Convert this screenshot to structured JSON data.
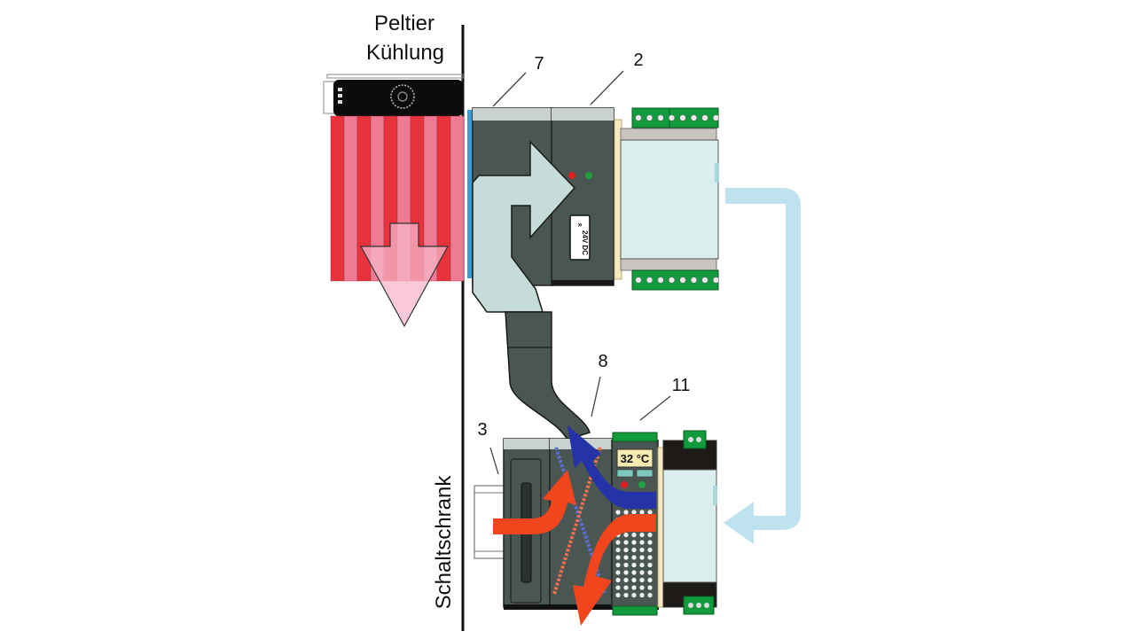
{
  "labels": {
    "peltier_line1": "Peltier",
    "peltier_line2": "Kühlung",
    "cabinet": "Schaltschrank",
    "callout_7": "7",
    "callout_2": "2",
    "callout_8": "8",
    "callout_11": "11",
    "callout_3": "3"
  },
  "display": {
    "temperature": "32 °C",
    "module_badge": "24V DC"
  },
  "colors": {
    "module_dark": "#4a5651",
    "duct_light": "#c5dcd9",
    "relay_face": "#daeeee",
    "terminal_green": "#119b3c",
    "heat_red": "#e8333c",
    "heat_pink": "#ee7b93",
    "air_red": "#f0451d",
    "air_blue": "#2433a8",
    "return_arrow": "#bfe3ee",
    "led_red": "#e02020",
    "led_green": "#20a040"
  }
}
